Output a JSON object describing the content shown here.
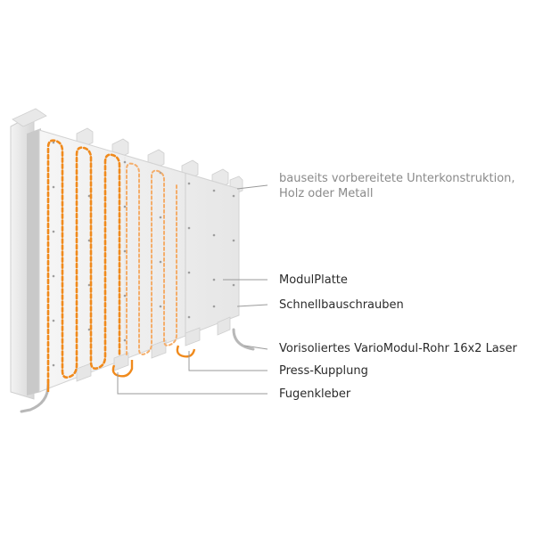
{
  "labels": {
    "unterkonstruktion_line1": "bauseits vorbereitete Unterkonstruktion,",
    "unterkonstruktion_line2": "Holz oder Metall",
    "modulplatte": "ModulPlatte",
    "schnellbauschrauben": "Schnellbauschrauben",
    "rohr": "Vorisoliertes VarioModul-Rohr 16x2 Laser",
    "press_kupplung": "Press-Kupplung",
    "fugenkleber": "Fugenkleber"
  },
  "colors": {
    "pipe": "#f08a1c",
    "leader": "#9a9a9a",
    "panel": "#efefef",
    "frame": "#dcdcdc",
    "text": "#2b2b2b",
    "text_muted": "#8a8a8a"
  }
}
